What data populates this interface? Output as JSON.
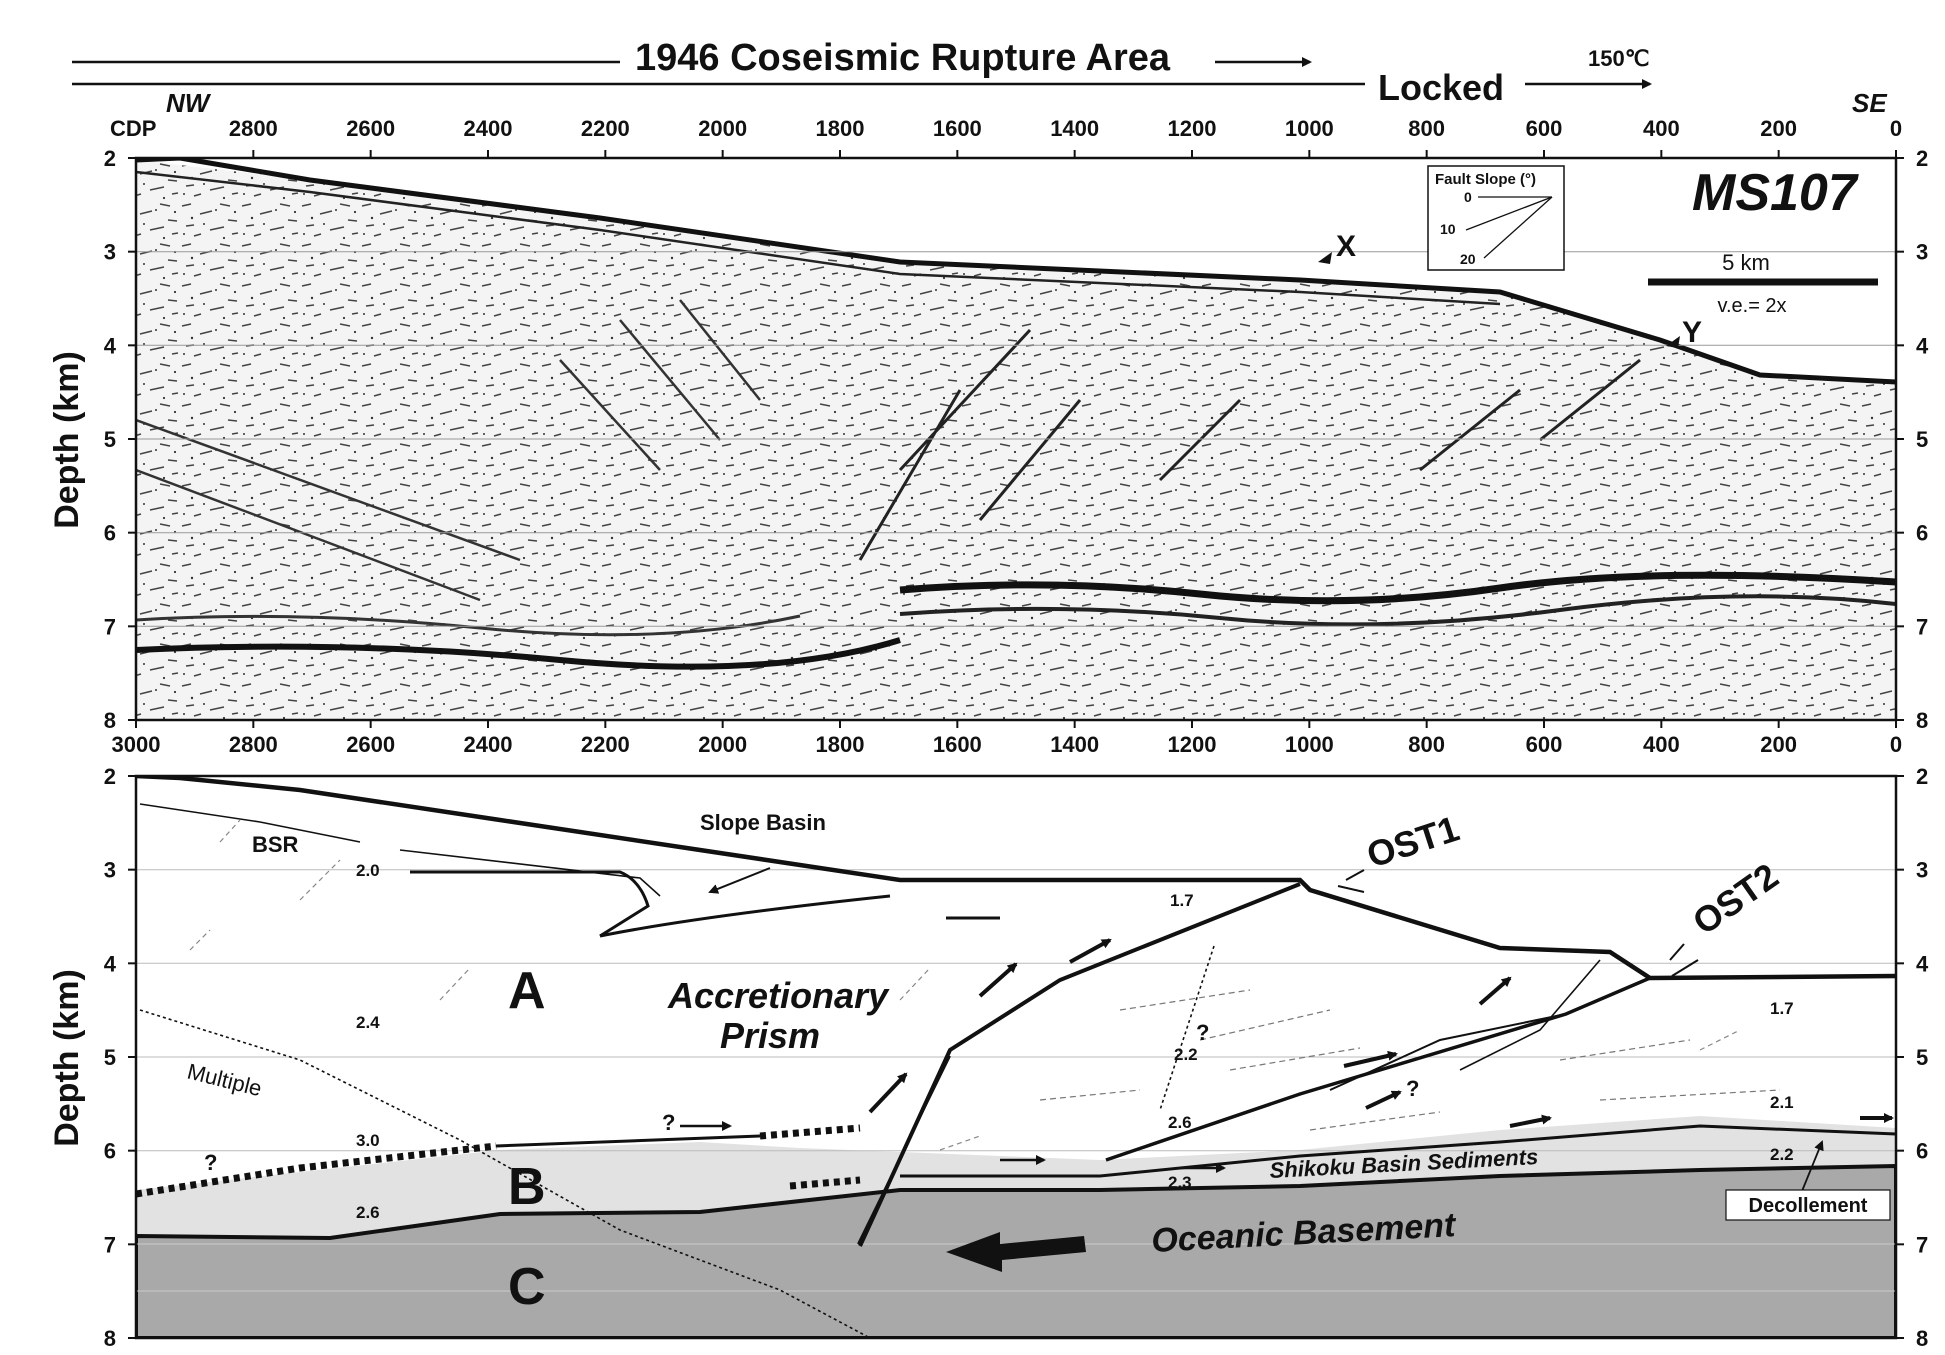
{
  "header": {
    "rupture_label": "1946 Coseismic Rupture Area",
    "locked_label": "Locked",
    "temperature_label": "150℃",
    "nw_label": "NW",
    "se_label": "SE",
    "cdp_label": "CDP"
  },
  "profile_name": "MS107",
  "seismic_panel": {
    "y_axis_label": "Depth (km)",
    "point_x_label": "X",
    "point_y_label": "Y",
    "fault_slope_inset": {
      "title": "Fault Slope (°)",
      "values": [
        "0",
        "10",
        "20"
      ]
    },
    "scale_bar": {
      "length_label": "5 km",
      "exaggeration_label": "v.e.= 2x"
    }
  },
  "interpretation_panel": {
    "y_axis_label": "Depth (km)",
    "labels": {
      "bsr": "BSR",
      "slope_basin": "Slope Basin",
      "ost1": "OST1",
      "ost2": "OST2",
      "unit_a": "A",
      "unit_b": "B",
      "unit_c": "C",
      "accretionary_line1": "Accretionary",
      "accretionary_line2": "Prism",
      "multiple": "Multiple",
      "shikoku": "Shikoku Basin Sediments",
      "oceanic": "Oceanic Basement",
      "decollement": "Decollement",
      "question": "?"
    },
    "velocities": [
      "2.0",
      "1.7",
      "2.4",
      "2.2",
      "3.0",
      "2.6",
      "2.6",
      "2.3",
      "1.7",
      "2.1",
      "2.2"
    ]
  },
  "axes": {
    "cdp_ticks": [
      2800,
      2600,
      2400,
      2200,
      2000,
      1800,
      1600,
      1400,
      1200,
      1000,
      800,
      600,
      400,
      200,
      0
    ],
    "cdp_ticks_mid": [
      3000,
      2800,
      2600,
      2400,
      2200,
      2000,
      1800,
      1600,
      1400,
      1200,
      1000,
      800,
      600,
      400,
      200,
      0
    ],
    "depth_ticks": [
      2,
      3,
      4,
      5,
      6,
      7,
      8
    ],
    "cdp_range": [
      3000,
      0
    ],
    "depth_range": [
      2,
      8
    ]
  },
  "colors": {
    "ink": "#111111",
    "sediment_fill": "#e2e2e2",
    "basement_fill": "#a9a9a9",
    "seismic_bg": "#f4f4f4"
  }
}
